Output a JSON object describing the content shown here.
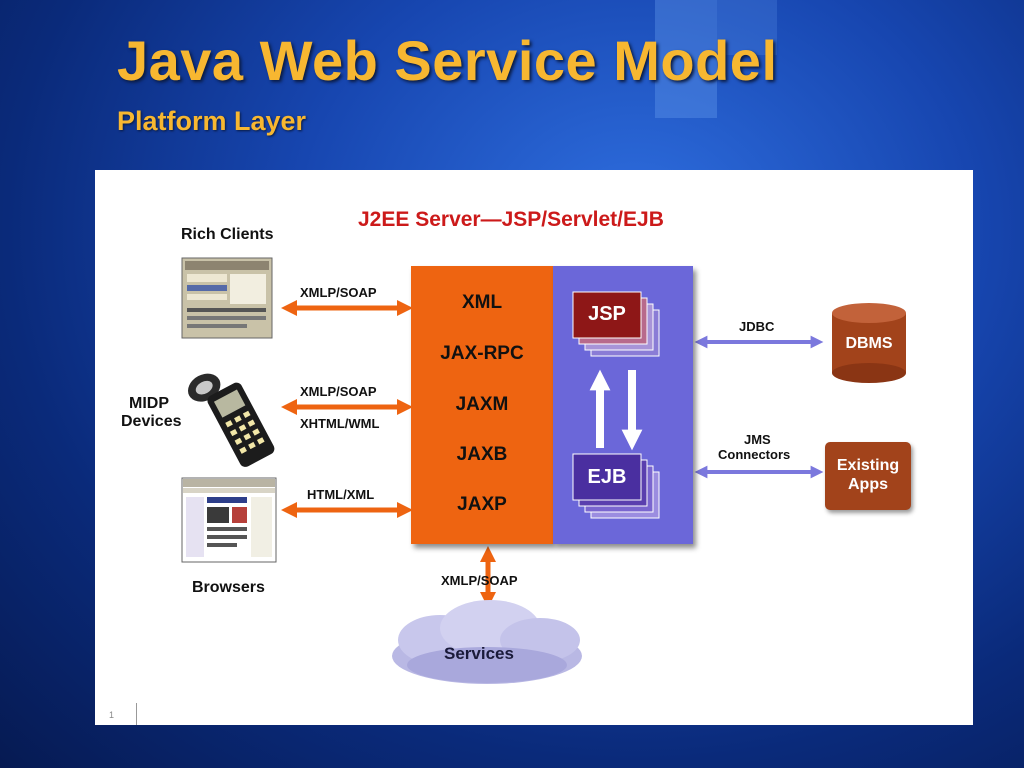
{
  "slide": {
    "title": "Java Web Service Model",
    "subtitle": "Platform Layer",
    "page_number": "1"
  },
  "diagram": {
    "server_title": "J2EE Server—JSP/Servlet/EJB",
    "clients": {
      "rich": "Rich Clients",
      "midp_line1": "MIDP",
      "midp_line2": "Devices",
      "browsers": "Browsers"
    },
    "protocols": {
      "rich": "XMLP/SOAP",
      "midp_1": "XMLP/SOAP",
      "midp_2": "XHTML/WML",
      "browser": "HTML/XML",
      "services": "XMLP/SOAP",
      "jdbc": "JDBC",
      "jms_line1": "JMS",
      "jms_line2": "Connectors"
    },
    "apis": [
      "XML",
      "JAX-RPC",
      "JAXM",
      "JAXB",
      "JAXP"
    ],
    "components": {
      "jsp": "JSP",
      "ejb": "EJB"
    },
    "backends": {
      "dbms": "DBMS",
      "existing_line1": "Existing",
      "existing_line2": "Apps",
      "services": "Services"
    }
  },
  "colors": {
    "title": "#f7b731",
    "server_title": "#cc1a1a",
    "api_panel": "#ee6411",
    "component_panel": "#6b67d9",
    "jsp": "#8e1717",
    "ejb": "#4a2fa0",
    "arrow_client": "#ee6411",
    "arrow_backend": "#7b78dd",
    "backend": "#a2431b"
  }
}
